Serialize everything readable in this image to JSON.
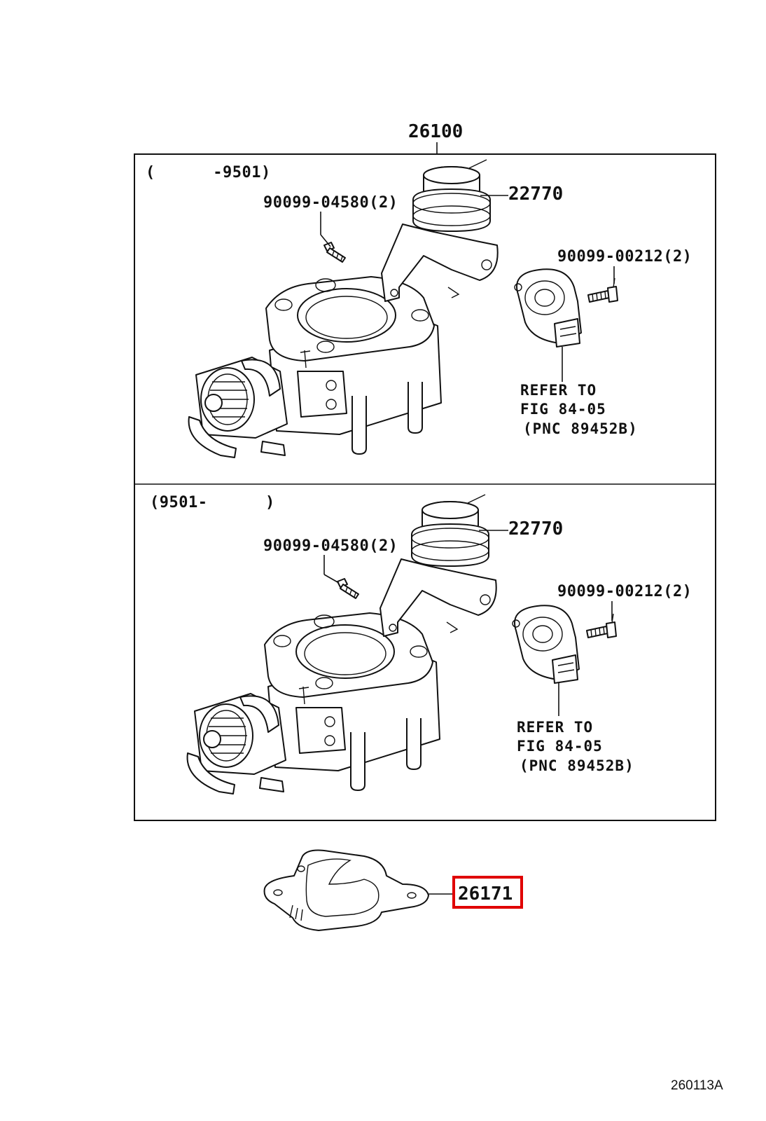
{
  "assembly": {
    "part_no": "26100"
  },
  "panel_top": {
    "date_range": "(      -9501)",
    "actuator_part": "22770",
    "bolt_left": "90099-04580(2)",
    "bolt_right": "90099-00212(2)",
    "refer_line1": "REFER TO",
    "refer_line2": "FIG 84-05",
    "refer_line3": "(PNC 89452B)"
  },
  "panel_bottom": {
    "date_range": "(9501-      )",
    "actuator_part": "22770",
    "bolt_left": "90099-04580(2)",
    "bolt_right": "90099-00212(2)",
    "refer_line1": "REFER TO",
    "refer_line2": "FIG 84-05",
    "refer_line3": "(PNC 89452B)"
  },
  "gasket": {
    "part_no": "26171",
    "highlight_color": "#e00000"
  },
  "footer": {
    "figure_code": "260113A"
  }
}
